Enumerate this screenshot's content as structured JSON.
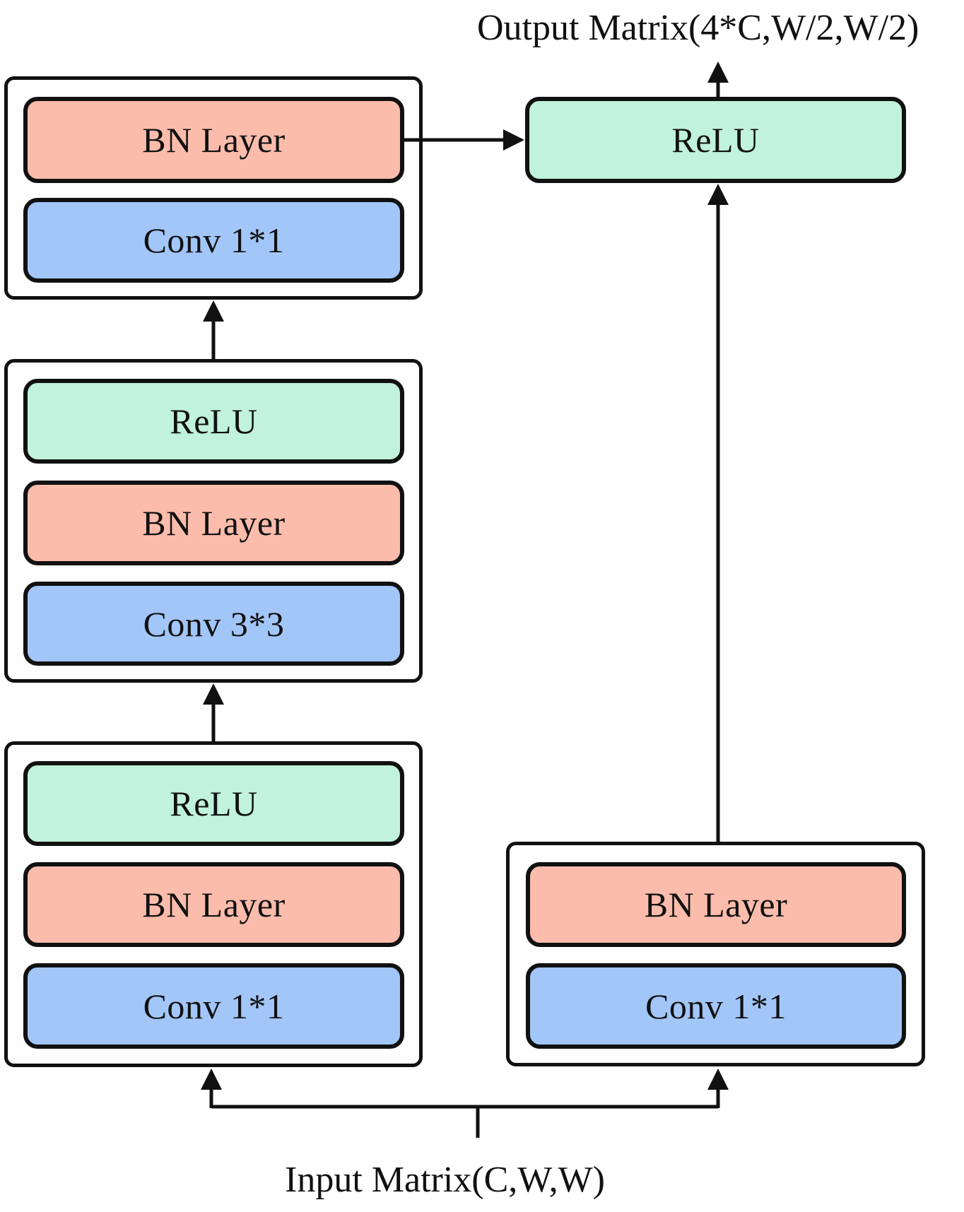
{
  "output_label": "Output Matrix(4*C,W/2,W/2)",
  "input_label": "Input Matrix(C,W,W)",
  "main_branch": {
    "stage3": {
      "top": "BN Layer",
      "bottom": "Conv 1*1"
    },
    "stage2": {
      "top": "ReLU",
      "middle": "BN Layer",
      "bottom": "Conv 3*3"
    },
    "stage1": {
      "top": "ReLU",
      "middle": "BN Layer",
      "bottom": "Conv 1*1"
    }
  },
  "shortcut_branch": {
    "top": "BN Layer",
    "bottom": "Conv 1*1"
  },
  "merge": {
    "label": "ReLU"
  },
  "colors": {
    "relu": "#c0f2dc",
    "bn": "#fcbcac",
    "conv": "#a2c6f8",
    "stroke": "#111111"
  }
}
